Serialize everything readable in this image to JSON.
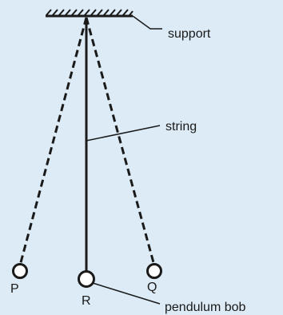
{
  "diagram": {
    "labels": {
      "support": "support",
      "string": "string",
      "pendulum_bob": "pendulum bob",
      "position_p": "P",
      "position_q": "Q",
      "position_r": "R"
    },
    "colors": {
      "background": "#dcebf5",
      "line": "#1a1a1a",
      "bob_fill": "#ffffff"
    }
  }
}
